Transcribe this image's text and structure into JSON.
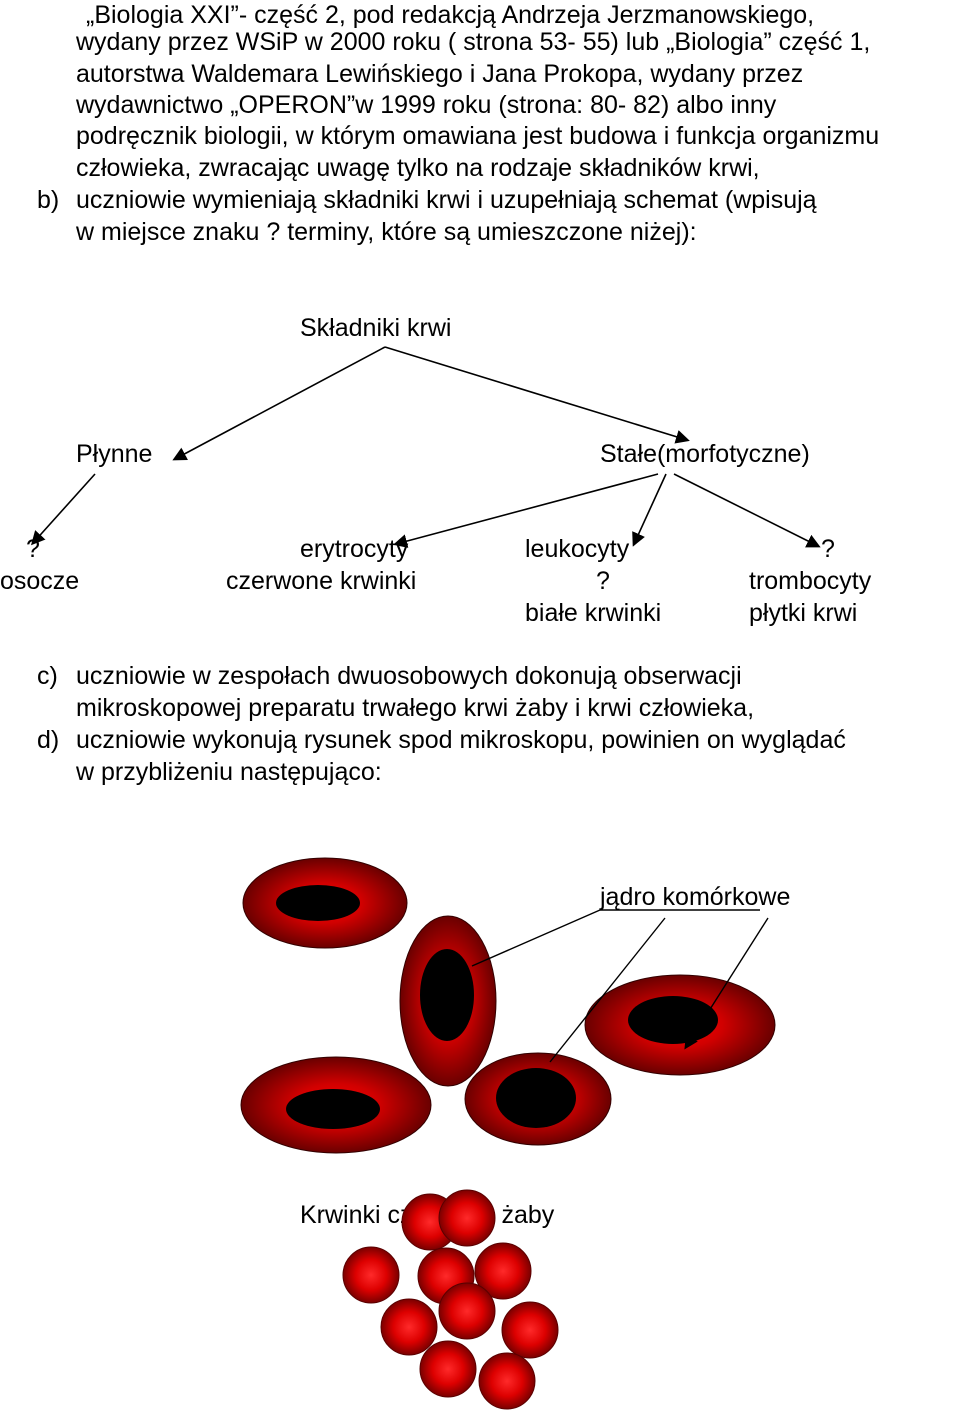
{
  "intro_lines": [
    "„Biologia XXI”- część 2, pod redakcją Andrzeja Jerzmanowskiego,",
    "wydany przez WSiP w 2000 roku ( strona 53- 55) lub „Biologia” część 1,",
    " autorstwa Waldemara Lewińskiego i Jana Prokopa, wydany przez",
    "wydawnictwo „OPERON”w 1999 roku (strona: 80- 82) albo inny",
    "podręcznik biologii, w którym omawiana jest budowa i funkcja organizmu",
    "człowieka, zwracając uwagę tylko na rodzaje składników krwi,"
  ],
  "item_b": {
    "marker": "b)",
    "lines": [
      "uczniowie wymieniają składniki krwi i uzupełniają schemat (wpisują",
      "w miejsce znaku ? terminy, które są umieszczone niżej):"
    ]
  },
  "diagram": {
    "root": "Składniki  krwi",
    "liquid": "Płynne",
    "solid": "Stałe(morfotyczne)",
    "q_liquid": "?",
    "plasma": "osocze",
    "erythrocytes": "erytrocyty",
    "red_cells": "czerwone krwinki",
    "leukocytes": "leukocyty",
    "q_white": "?",
    "white_cells": "białe krwinki",
    "q_platelets": "?",
    "thrombocytes": "trombocyty",
    "platelets": "płytki krwi"
  },
  "item_c": {
    "marker": "c)",
    "lines": [
      "uczniowie w zespołach dwuosobowych dokonują obserwacji",
      "mikroskopowej preparatu trwałego krwi żaby i krwi człowieka,"
    ]
  },
  "item_d": {
    "marker": "d)",
    "lines": [
      "uczniowie wykonują rysunek spod mikroskopu, powinien on wyglądać",
      "w przybliżeniu następująco:"
    ]
  },
  "figure": {
    "nucleus_label": "jądro komórkowe",
    "frog_cells_caption": "Krwinki czerwone żaby"
  },
  "colors": {
    "cell_rim": "#7a0000",
    "cell_center": "#e00000",
    "nucleus": "#000000"
  }
}
